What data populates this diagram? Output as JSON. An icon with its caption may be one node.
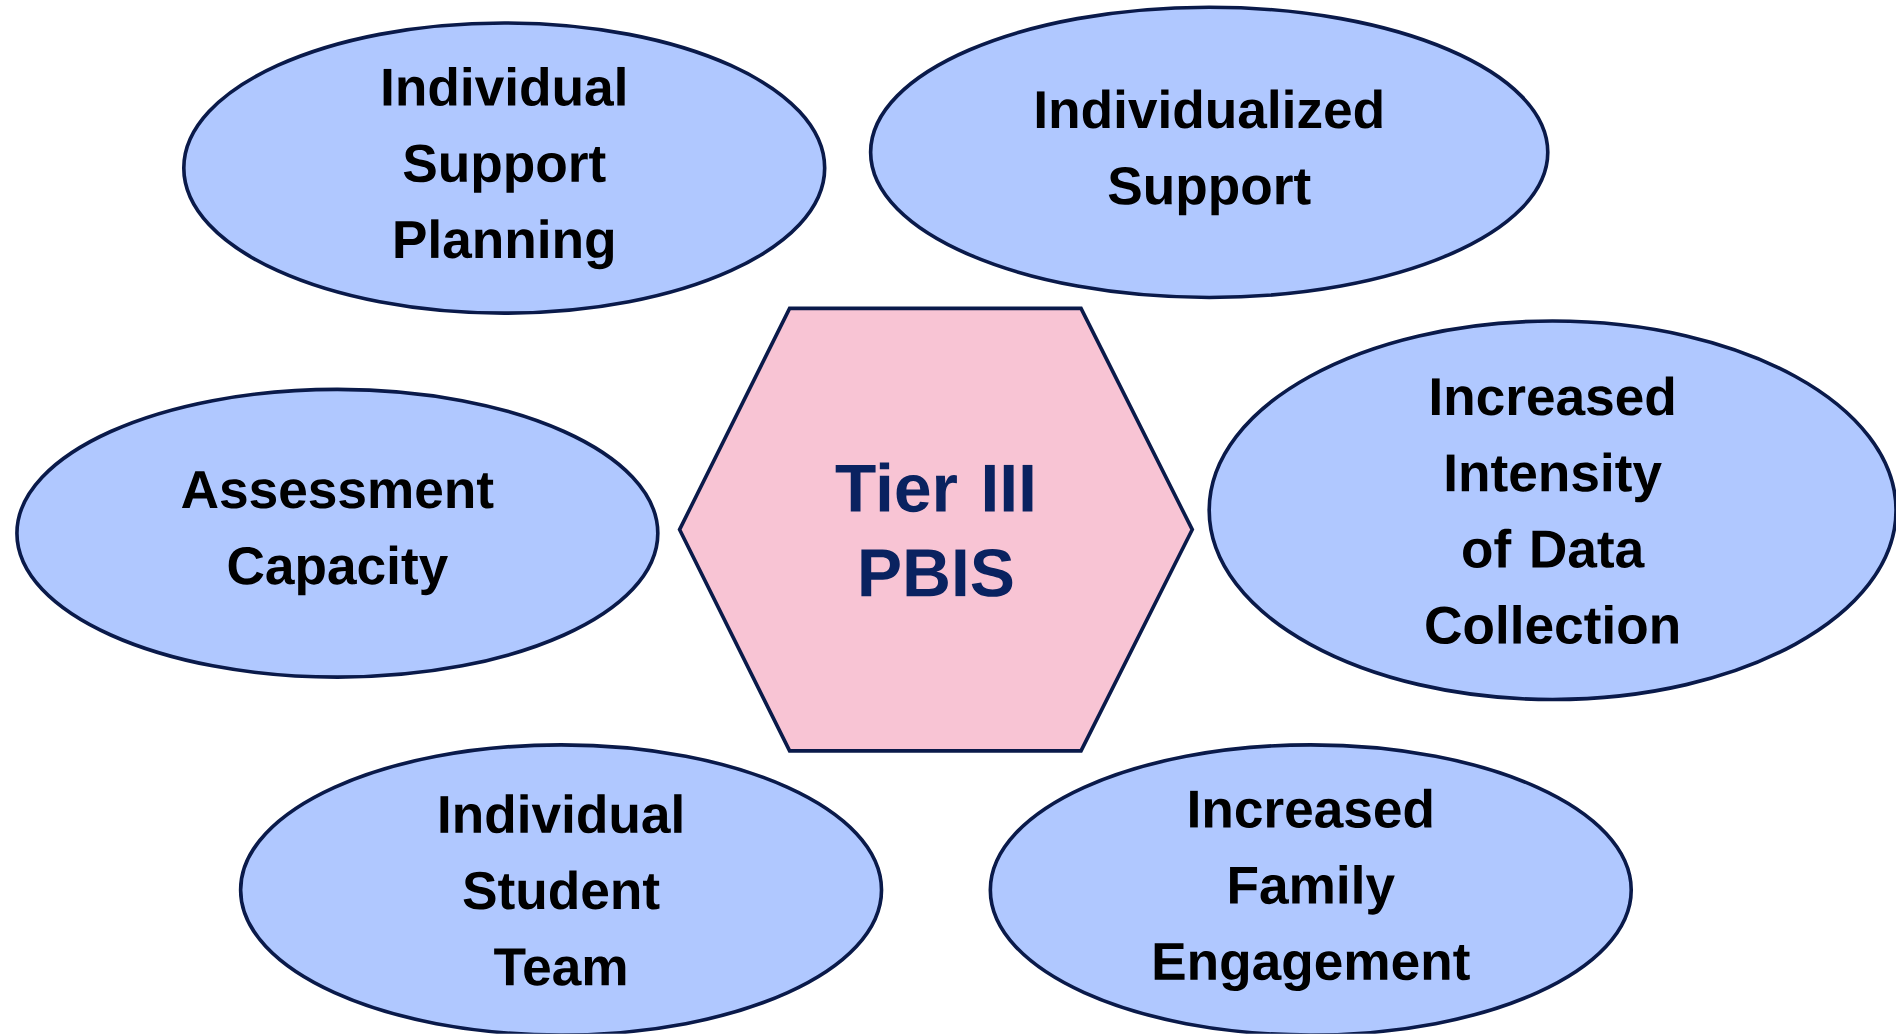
{
  "diagram": {
    "nodes": [
      {
        "text": [
          "Individual Support Planning"
        ]
      },
      {
        "text": [
          "Individualized Support"
        ]
      },
      {
        "text": [
          "Tier III PBIS"
        ]
      },
      {
        "text": [
          "Assessment Capacity"
        ]
      },
      {
        "text": [
          "Increased Intensity of Data Collection"
        ]
      },
      {
        "text": [
          "Individual Student Team"
        ]
      },
      {
        "text": [
          "Increased Family Engagement"
        ]
      }
    ]
  }
}
